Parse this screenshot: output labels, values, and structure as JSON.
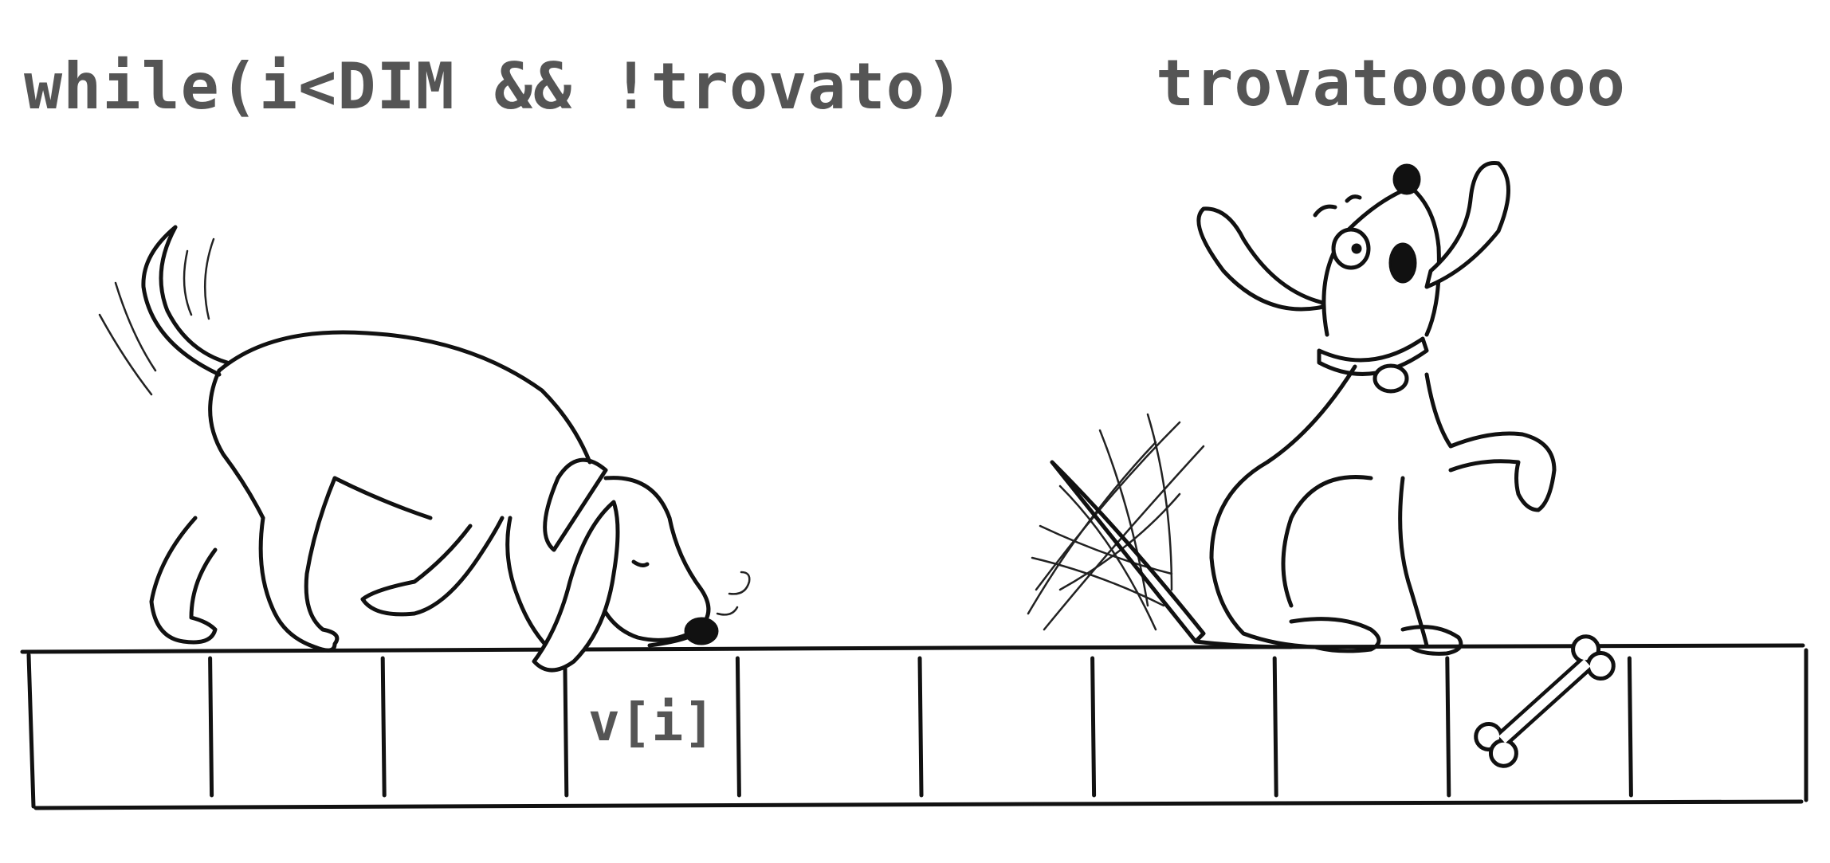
{
  "captions": {
    "left": "while(i<DIM && !trovato)",
    "right": "trovatoooooo"
  },
  "array": {
    "cell_label": "v[i]",
    "cell_count": 10,
    "current_index": 3,
    "found_index": 8
  },
  "icons": {
    "searching_dog": "dog-sniffing-icon",
    "happy_dog": "dog-excited-icon",
    "bone": "bone-icon"
  },
  "colors": {
    "caption_text": "#555555",
    "ink": "#111111",
    "background": "#ffffff"
  }
}
